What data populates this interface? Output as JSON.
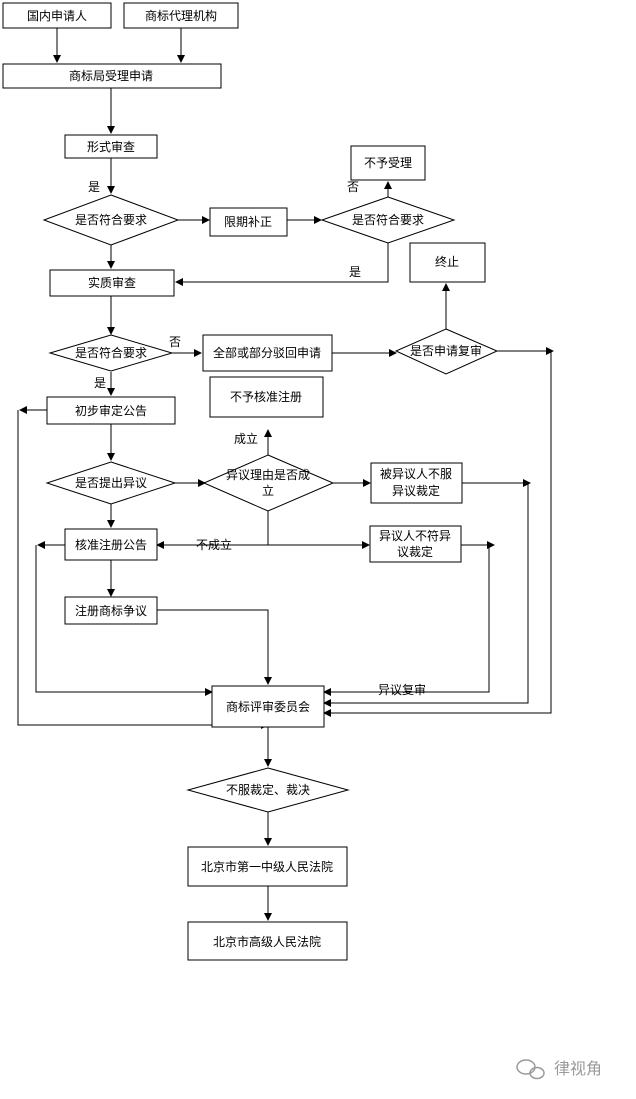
{
  "nodes": {
    "domestic_applicant": "国内申请人",
    "trademark_agency": "商标代理机构",
    "tmo_accept": "商标局受理申请",
    "formal_exam": "形式审查",
    "meets_req_1": "是否符合要求",
    "correct_in_time": "限期补正",
    "meets_req_2": "是否符合要求",
    "not_accepted": "不予受理",
    "substantive_exam": "实质审查",
    "meets_req_3": "是否符合要求",
    "reject_all_part": "全部或部分驳回申请",
    "apply_review": "是否申请复审",
    "terminate": "终止",
    "preliminary_notice": "初步审定公告",
    "opposition_raised": "是否提出异议",
    "opposition_valid_1": "异议理由是否成",
    "opposition_valid_2": "立",
    "not_approve_reg": "不予核准注册",
    "opposed_disagree_1": "被异议人不服",
    "opposed_disagree_2": "异议裁定",
    "registration_notice": "核准注册公告",
    "opponent_disagree_1": "异议人不符异",
    "opponent_disagree_2": "议裁定",
    "reg_dispute": "注册商标争议",
    "review_board": "商标评审委员会",
    "disagree_ruling": "不服裁定、裁决",
    "beijing_first_court": "北京市第一中级人民法院",
    "beijing_high_court": "北京市高级人民法院"
  },
  "edge_labels": {
    "yes_1": "是",
    "no_1": "否",
    "yes_2": "是",
    "no_2": "否",
    "yes_3": "是",
    "established": "成立",
    "not_established": "不成立",
    "opposition_review": "异议复审"
  },
  "watermark": "律视角"
}
